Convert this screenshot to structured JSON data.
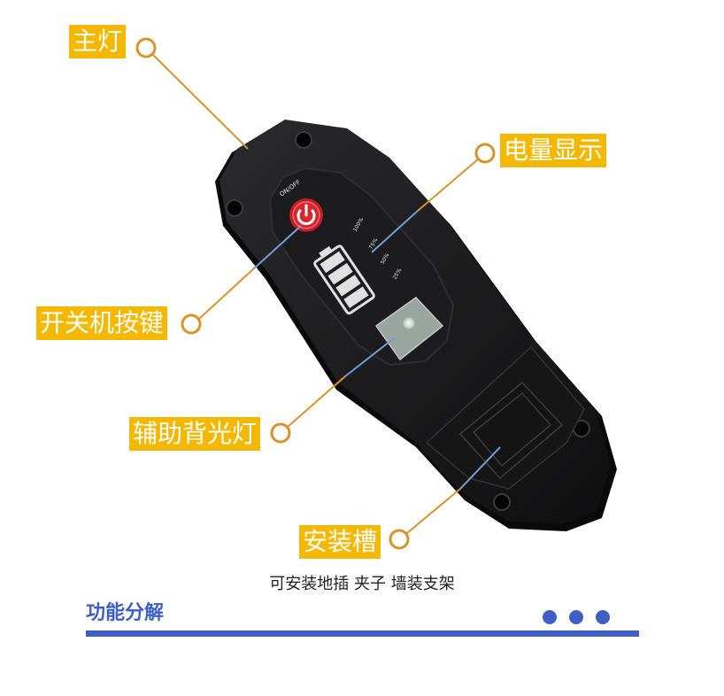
{
  "labels": {
    "main_light": "主灯",
    "battery_display": "电量显示",
    "power_button": "开关机按键",
    "backlight": "辅助背光灯",
    "mount_slot": "安装槽"
  },
  "device": {
    "on_off": "ON/OFF",
    "battery_levels": [
      "100%",
      "75%",
      "50%",
      "25%"
    ]
  },
  "caption": "可安装地插 夹子 墙装支架",
  "section": {
    "title": "功能分解"
  },
  "colors": {
    "label_bg": "#f5b800",
    "leader_orange": "#d9932a",
    "leader_blue": "#6f9fd8",
    "accent_blue": "#3f5fc7",
    "power_red": "#d8262f"
  }
}
